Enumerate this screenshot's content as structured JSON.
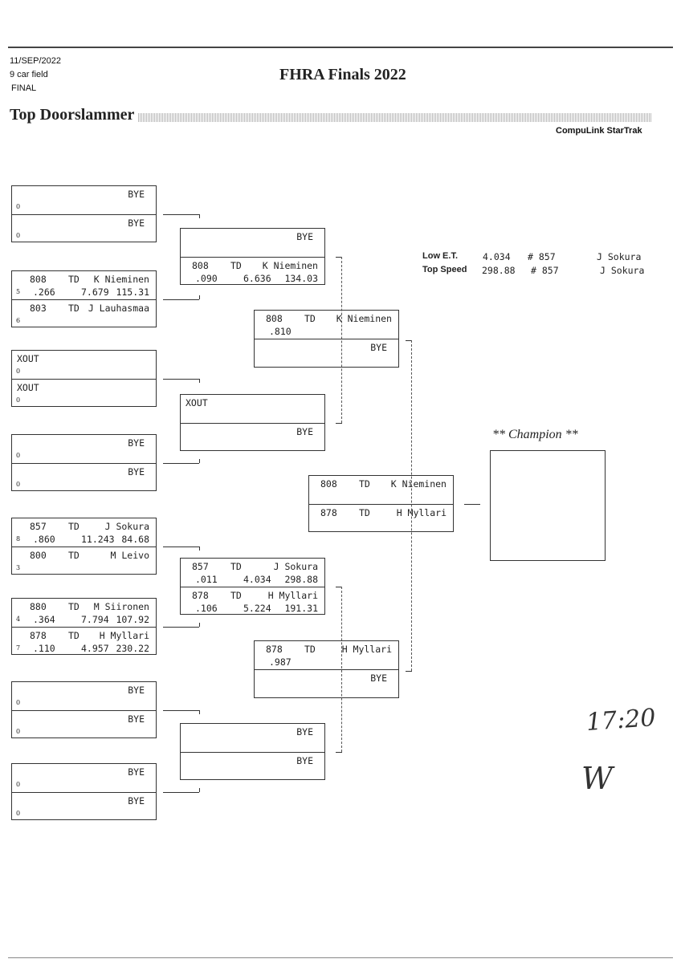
{
  "header": {
    "date": "11/SEP/2022",
    "field": "9 car field",
    "status": "FINAL",
    "title": "FHRA Finals 2022",
    "category": "Top Doorslammer",
    "software": "CompuLink StarTrak"
  },
  "stats": {
    "low_et": {
      "label": "Low  E.T.",
      "value": "4.034",
      "car": "# 857",
      "driver": "J Sokura"
    },
    "top_speed": {
      "label": "Top Speed",
      "value": "298.88",
      "car": "# 857",
      "driver": "J Sokura"
    }
  },
  "champion": {
    "label": "** Champion **"
  },
  "handwritten": {
    "time": "17:20",
    "mark": "W"
  },
  "rounds": [
    [
      [
        {
          "name": "BYE",
          "seed": "0"
        },
        {
          "name": "BYE",
          "seed": "0"
        }
      ],
      [
        {
          "num": "808",
          "cls": "TD",
          "name": "K Nieminen",
          "seed": "5",
          "rt": ".266",
          "et": "7.679",
          "spd": "115.31"
        },
        {
          "num": "803",
          "cls": "TD",
          "name": "J Lauhasmaa",
          "seed": "6"
        }
      ],
      [
        {
          "num": "XOUT",
          "seed": "0"
        },
        {
          "num": "XOUT",
          "seed": "0"
        }
      ],
      [
        {
          "name": "BYE",
          "seed": "0"
        },
        {
          "name": "BYE",
          "seed": "0"
        }
      ],
      [
        {
          "num": "857",
          "cls": "TD",
          "name": "J Sokura",
          "seed": "8",
          "rt": ".860",
          "et": "11.243",
          "spd": "84.68"
        },
        {
          "num": "800",
          "cls": "TD",
          "name": "M Leivo",
          "seed": "3"
        }
      ],
      [
        {
          "num": "880",
          "cls": "TD",
          "name": "M Siironen",
          "seed": "4",
          "rt": ".364",
          "et": "7.794",
          "spd": "107.92"
        },
        {
          "num": "878",
          "cls": "TD",
          "name": "H Myllari",
          "seed": "7",
          "rt": ".110",
          "et": "4.957",
          "spd": "230.22"
        }
      ],
      [
        {
          "name": "BYE",
          "seed": "0"
        },
        {
          "name": "BYE",
          "seed": "0"
        }
      ],
      [
        {
          "name": "BYE",
          "seed": "0"
        },
        {
          "name": "BYE",
          "seed": "0"
        }
      ]
    ],
    [
      [
        {
          "name": "BYE"
        },
        {
          "num": "808",
          "cls": "TD",
          "name": "K Nieminen",
          "rt": ".090",
          "et": "6.636",
          "spd": "134.03"
        }
      ],
      [
        {
          "num": "XOUT"
        },
        {
          "name": "BYE"
        }
      ],
      [
        {
          "num": "857",
          "cls": "TD",
          "name": "J Sokura",
          "rt": ".011",
          "et": "4.034",
          "spd": "298.88"
        },
        {
          "num": "878",
          "cls": "TD",
          "name": "H Myllari",
          "rt": ".106",
          "et": "5.224",
          "spd": "191.31"
        }
      ],
      [
        {
          "name": "BYE"
        },
        {
          "name": "BYE"
        }
      ]
    ],
    [
      [
        {
          "num": "808",
          "cls": "TD",
          "name": "K Nieminen",
          "rt": ".810"
        },
        {
          "name": "BYE"
        }
      ],
      [
        {
          "num": "878",
          "cls": "TD",
          "name": "H Myllari",
          "rt": ".987"
        },
        {
          "name": "BYE"
        }
      ]
    ],
    [
      [
        {
          "num": "808",
          "cls": "TD",
          "name": "K Nieminen"
        },
        {
          "num": "878",
          "cls": "TD",
          "name": "H Myllari"
        }
      ]
    ]
  ]
}
